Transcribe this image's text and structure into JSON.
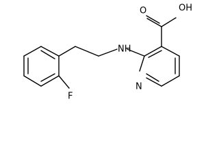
{
  "molecule": {
    "labels": {
      "oh": "OH",
      "o": "O",
      "nh": "NH",
      "n": "N",
      "f": "F"
    }
  }
}
